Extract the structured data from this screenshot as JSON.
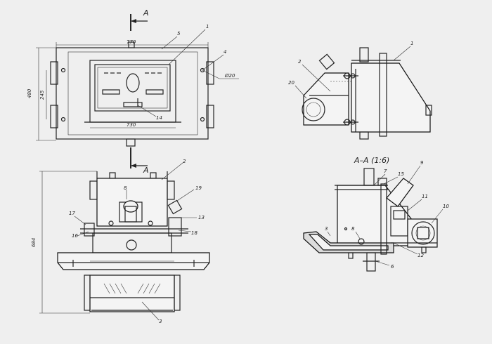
{
  "section_marker": "A",
  "section_title": "А–А (1:6)",
  "dimensions": {
    "width_outer": "770",
    "width_inner": "730",
    "height_total": "480",
    "height_partial": "245",
    "hole_diameter": "Ø20",
    "height_front": "684"
  },
  "callouts": {
    "top_view": [
      "1",
      "4",
      "5",
      "14"
    ],
    "side_view": [
      "1",
      "2",
      "20"
    ],
    "front_view": [
      "2",
      "3",
      "8",
      "13",
      "16",
      "17",
      "18",
      "19"
    ],
    "section_view": [
      "3",
      "6",
      "7",
      "8",
      "9",
      "10",
      "11",
      "12",
      "15"
    ]
  },
  "colors": {
    "line": "#222222",
    "background": "#efefef"
  }
}
